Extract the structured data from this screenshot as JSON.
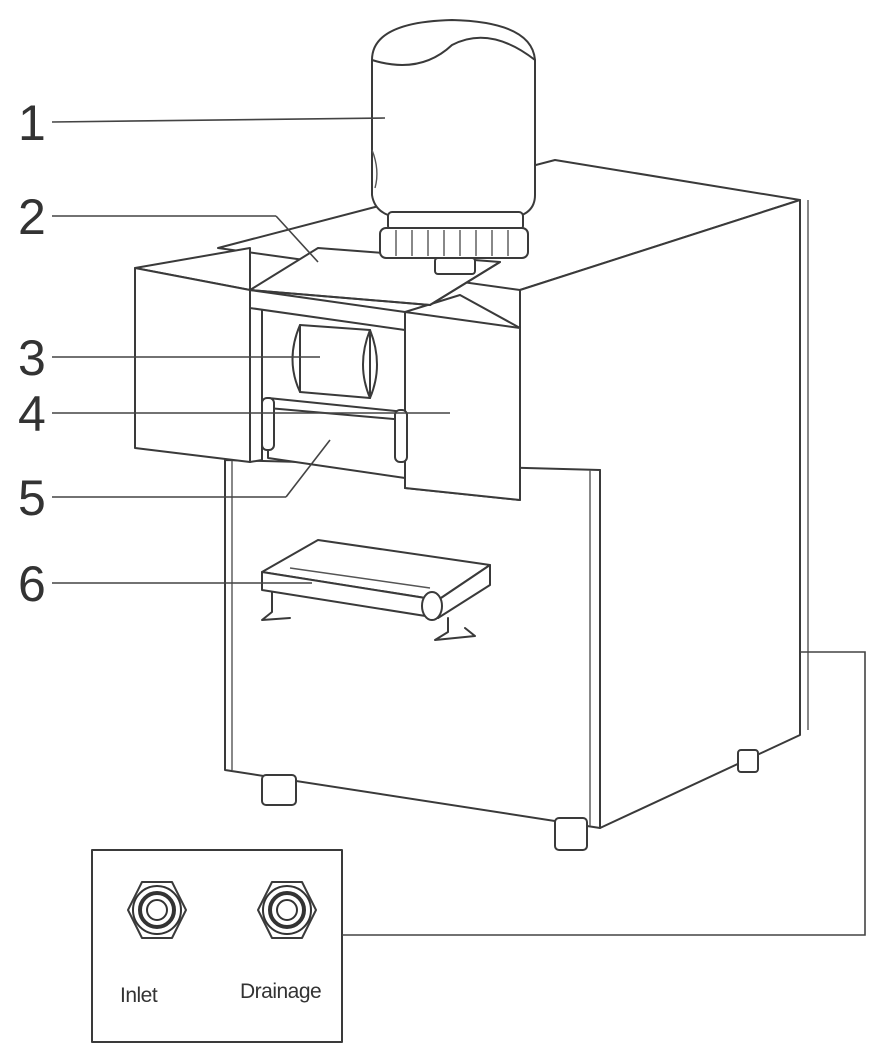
{
  "callouts": [
    {
      "label": "1",
      "part": "bottle"
    },
    {
      "label": "2",
      "part": "top-cover"
    },
    {
      "label": "3",
      "part": "drum"
    },
    {
      "label": "4",
      "part": "upper-housing"
    },
    {
      "label": "5",
      "part": "front-flap"
    },
    {
      "label": "6",
      "part": "drip-tray"
    }
  ],
  "connection_panel": {
    "ports": [
      {
        "label": "Inlet"
      },
      {
        "label": "Drainage"
      }
    ]
  }
}
